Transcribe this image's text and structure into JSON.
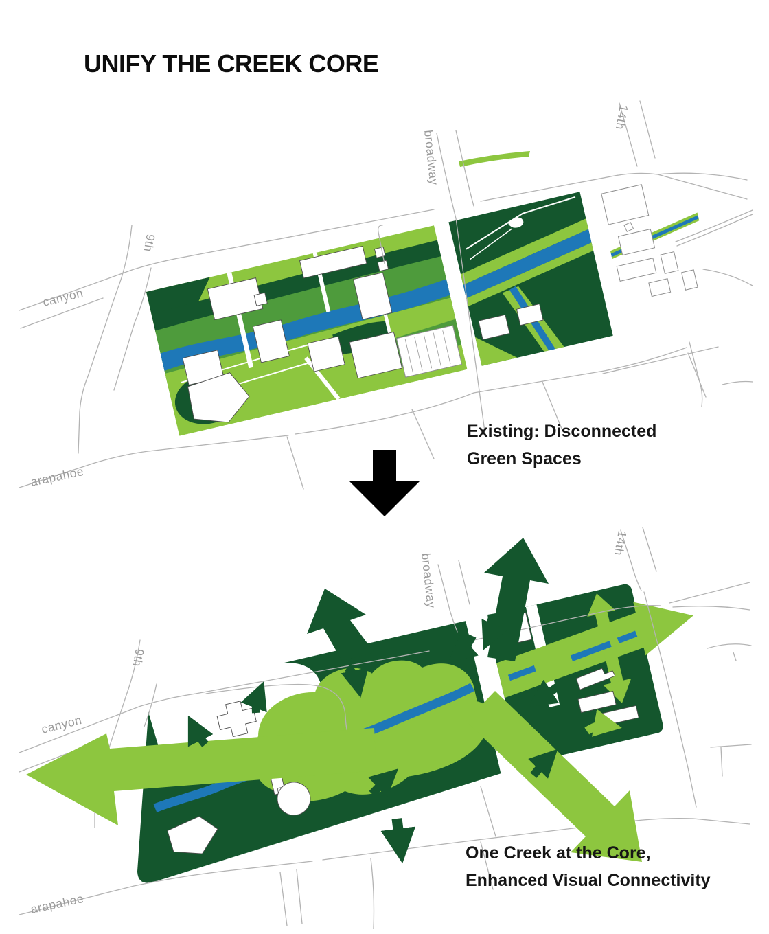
{
  "page": {
    "title": "UNIFY THE CREEK CORE"
  },
  "palette": {
    "light_green": "#8DC63F",
    "medium_green": "#4E9B3C",
    "dark_green": "#14562D",
    "creek_blue": "#1E78B8",
    "road_gray": "#B3B3B3",
    "street_label_gray": "#9B9B9B",
    "text_black": "#161616",
    "building_white": "#FFFFFF",
    "transition_arrow_black": "#000000"
  },
  "transition": {
    "symbol": "down-arrow"
  },
  "maps": {
    "existing": {
      "caption_line1": "Existing: Disconnected",
      "caption_line2": "Green Spaces",
      "streets": {
        "canyon": "canyon",
        "arapahoe": "arapahoe",
        "ninth": "9th",
        "broadway": "broadway",
        "fourteenth": "14th"
      }
    },
    "proposed": {
      "caption_line1": "One Creek at the Core,",
      "caption_line2": "Enhanced Visual Connectivity",
      "streets": {
        "canyon": "canyon",
        "arapahoe": "arapahoe",
        "ninth": "9th",
        "broadway": "broadway",
        "fourteenth": "14th"
      }
    }
  }
}
